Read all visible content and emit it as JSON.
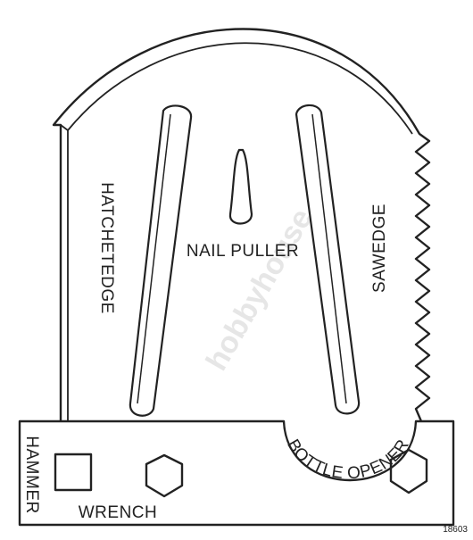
{
  "diagram": {
    "labels": {
      "hatchet_edge": "HATCHETEDGE",
      "nail_puller": "NAIL PULLER",
      "saw_edge": "SAWEDGE",
      "hammer": "HAMMER",
      "wrench": "WRENCH",
      "bottle_opener": "BOTTLE OPENER"
    },
    "figure_code": "18603",
    "watermark": "hobbyhouse",
    "colors": {
      "line": "#222222",
      "background": "#ffffff",
      "watermark": "#c8c8c8"
    }
  }
}
